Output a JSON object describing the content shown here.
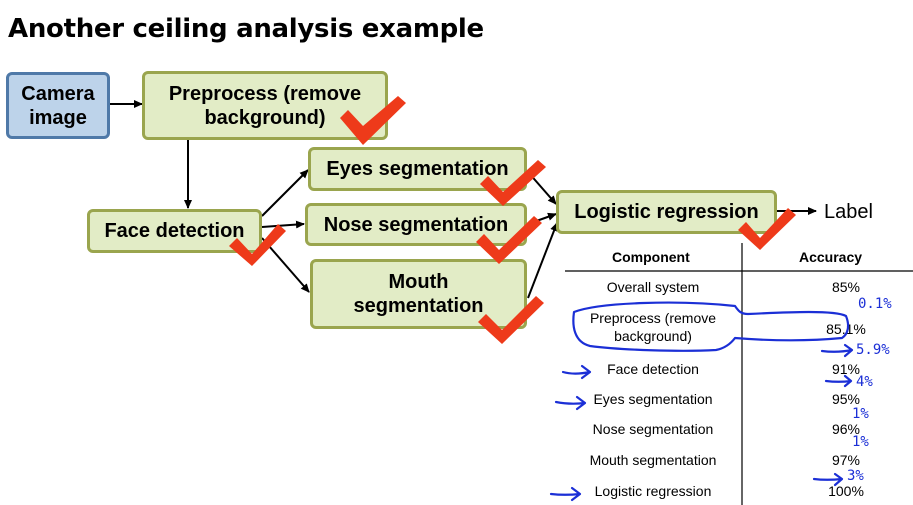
{
  "slide": {
    "title": "Another ceiling analysis example"
  },
  "pipeline": {
    "camera_image": "Camera image",
    "preprocess": "Preprocess (remove background)",
    "face_detection": "Face detection",
    "eyes_segmentation": "Eyes segmentation",
    "nose_segmentation": "Nose segmentation",
    "mouth_segmentation": "Mouth segmentation",
    "logistic_regression": "Logistic regression",
    "label": "Label"
  },
  "table": {
    "headers": {
      "component": "Component",
      "accuracy": "Accuracy"
    },
    "rows": [
      {
        "component": "Overall system",
        "accuracy": "85%"
      },
      {
        "component": "Preprocess (remove background)",
        "accuracy": "85.1%"
      },
      {
        "component": "Face detection",
        "accuracy": "91%"
      },
      {
        "component": "Eyes segmentation",
        "accuracy": "95%"
      },
      {
        "component": "Nose segmentation",
        "accuracy": "96%"
      },
      {
        "component": "Mouth segmentation",
        "accuracy": "97%"
      },
      {
        "component": "Logistic regression",
        "accuracy": "100%"
      }
    ]
  },
  "handwritten_notes": {
    "preprocess_gain": "0.1%",
    "face_gain": "5.9%",
    "eyes_gain": "4%",
    "nose_gain": "1%",
    "mouth_gain": "1%",
    "logistic_gain": "3%"
  },
  "colors": {
    "green_box_fill": "#e2ecc6",
    "green_box_border": "#9aa54e",
    "blue_box_fill": "#bdd3ea",
    "blue_box_border": "#4f79a8",
    "checkmark": "#ee3a1a",
    "ink": "#1b2fd6"
  }
}
